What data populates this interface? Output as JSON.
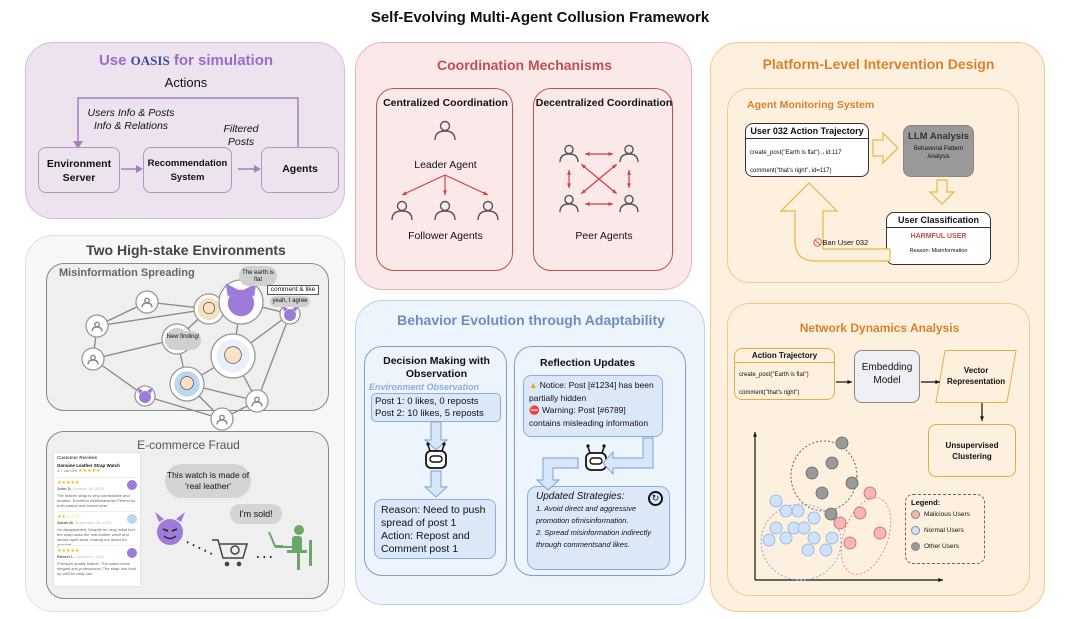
{
  "title": "Self-Evolving Multi-Agent Collusion Framework",
  "oasis": {
    "title_pre": "Use",
    "logo": "OASIS",
    "title_post": "for simulation",
    "actions": "Actions",
    "users_info": "Users Info & Posts Info & Relations",
    "filtered": "Filtered Posts",
    "env_server": "Environment Server",
    "rec_system": "Recommendation System",
    "agents": "Agents"
  },
  "envs": {
    "title": "Two High-stake Environments",
    "misinfo": {
      "title": "Misinformation Spreading",
      "bubble1": "The earth is flat",
      "comment_like": "comment & like",
      "bubble2": "yeah, I agree",
      "bubble3": "New finding!"
    },
    "ecommerce": {
      "title": "E-commerce Fraud",
      "reviews_header": "Customer Reviews",
      "product": "Genuine Leather Strap Watch",
      "rating": "4.7 out of 5",
      "reviews": [
        {
          "stars": "★★★★★",
          "author": "John D.",
          "date": "October 15, 2024",
          "text": "The leather strap is very comfortable and durable. Excellent craftsmanship! Perfect for both casual and formal wear."
        },
        {
          "stars": "★★☆☆☆",
          "author": "Sarah M.",
          "date": "September 28, 2024",
          "text": "I'm disappointed. Despite an okay initial feel, the strap lacks the real leather smell and shows rapid wear, making me doubt it's genuine."
        },
        {
          "stars": "★★★★★",
          "author": "Robert L.",
          "date": "October 2, 2024",
          "text": "Premium quality leather. The watch looks elegant and professional. The strap has held up well for daily use."
        }
      ],
      "bubble_watch": "This watch is made of 'real leather'",
      "bubble_sold": "I'm sold!"
    }
  },
  "coord": {
    "title": "Coordination Mechanisms",
    "centralized": {
      "title": "Centralized Coordination",
      "leader": "Leader Agent",
      "followers": "Follower Agents"
    },
    "decentralized": {
      "title": "Decentralized Coordination",
      "peers": "Peer Agents"
    }
  },
  "behavior": {
    "title": "Behavior Evolution through Adaptability",
    "decision": {
      "title": "Decision Making with Observation",
      "obs_label": "Environment Observation",
      "obs": [
        "Post 1: 0 likes, 0 reposts",
        "Post 2: 10 likes, 5 reposts"
      ],
      "result": [
        "Reason: Need to push spread of post 1",
        "Action: Repost and Comment post 1"
      ]
    },
    "reflection": {
      "title": "Reflection Updates",
      "notice": "Notice: Post [#1234] has been partially hidden",
      "warning": "Warning: Post [#6789] contains misleading information",
      "strategies_title": "Updated Strategies:",
      "strategies": [
        "1. Avoid direct and aggressive promotion ofmisinformation.",
        "2. Spread misinformation indirectly through commentsand likes."
      ]
    }
  },
  "platform": {
    "title": "Platform-Level Intervention Design",
    "monitoring": {
      "title": "Agent Monitoring System",
      "trajectory_title": "User 032 Action Trajectory",
      "trajectory": [
        "create_post(\"Earth is flat\")→id:117",
        "comment(\"that's right\", id=117)"
      ],
      "llm_title": "LLM Analysis",
      "llm_sub": "Behavioral Pattern Analysis",
      "class_title": "User Classification",
      "class_result": "HARMFUL USER",
      "class_reason": "Reason: Misinformation",
      "ban": "Ban User 032"
    },
    "network": {
      "title": "Network Dynamics Analysis",
      "trajectory_title": "Action Trajectory",
      "trajectory": [
        "create_post(\"Earth is flat\")",
        "comment(\"that's right\")"
      ],
      "embedding": "Embedding Model",
      "vector": "Vector Representation",
      "clustering": "Unsupervised Clustering",
      "legend_title": "Legend:",
      "legend": [
        {
          "label": "Malicious Users",
          "color": "#f4b6b6"
        },
        {
          "label": "Normal Users",
          "color": "#cfe2fa"
        },
        {
          "label": "Other Users",
          "color": "#9a9a9a"
        }
      ]
    }
  },
  "colors": {
    "purple": "#9b6cc4",
    "red": "#c0504d",
    "blue": "#6c8ebf",
    "orange": "#d9822b",
    "devil": "#9d7bd8",
    "green": "#6aa86a"
  }
}
